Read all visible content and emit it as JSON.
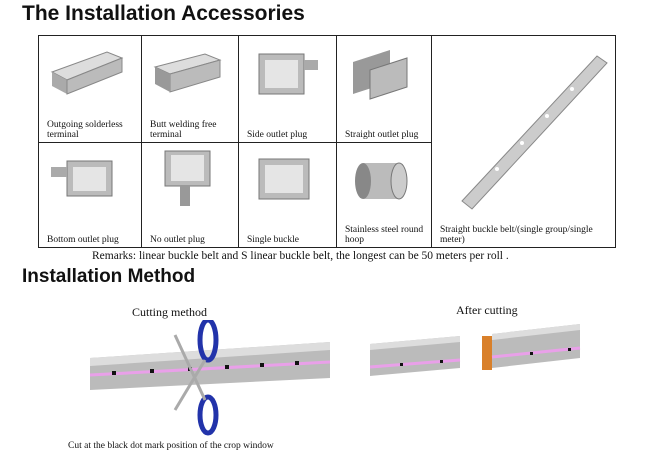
{
  "title": "The Installation Accessories",
  "accessories": [
    "Outgoing solderless terminal",
    "Butt welding free terminal",
    "Side outlet plug",
    "Straight outlet plug",
    "Bottom outlet plug",
    "No outlet plug",
    "Single buckle",
    "Stainless steel round hoop",
    "Straight buckle belt/(single group/single meter)"
  ],
  "remarks": "Remarks: linear buckle belt and S linear buckle belt, the longest can be 50 meters per roll .",
  "method_title": "Installation Method",
  "cutting_label": "Cutting method",
  "after_label": "After cutting",
  "cut_caption": "Cut at the black dot mark position of the crop window"
}
